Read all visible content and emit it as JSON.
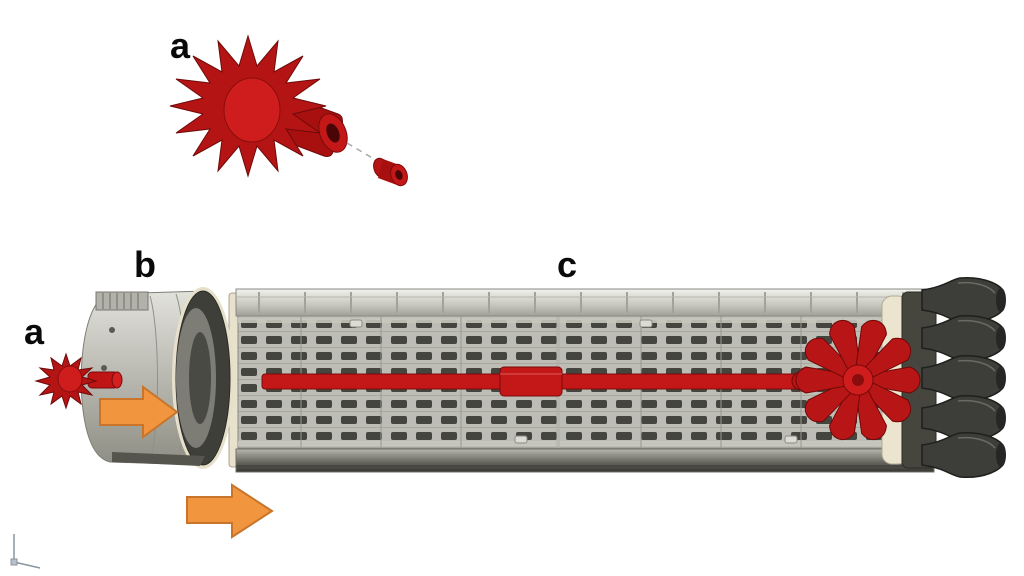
{
  "diagram": {
    "labels": {
      "top_gear": "a",
      "end_cap": "b",
      "drum": "c",
      "left_gear": "a"
    },
    "colors": {
      "part_red": "#c41818",
      "part_red_dark": "#7a0a0a",
      "arrow_orange": "#f2953f",
      "arrow_orange_border": "#c8752b",
      "shell_gray": "#c9c9c1",
      "mesh_dark": "#45453f",
      "ivory_rim": "#ebe5cf",
      "nozzle_dark": "#3d3d39",
      "background": "#ffffff"
    }
  }
}
